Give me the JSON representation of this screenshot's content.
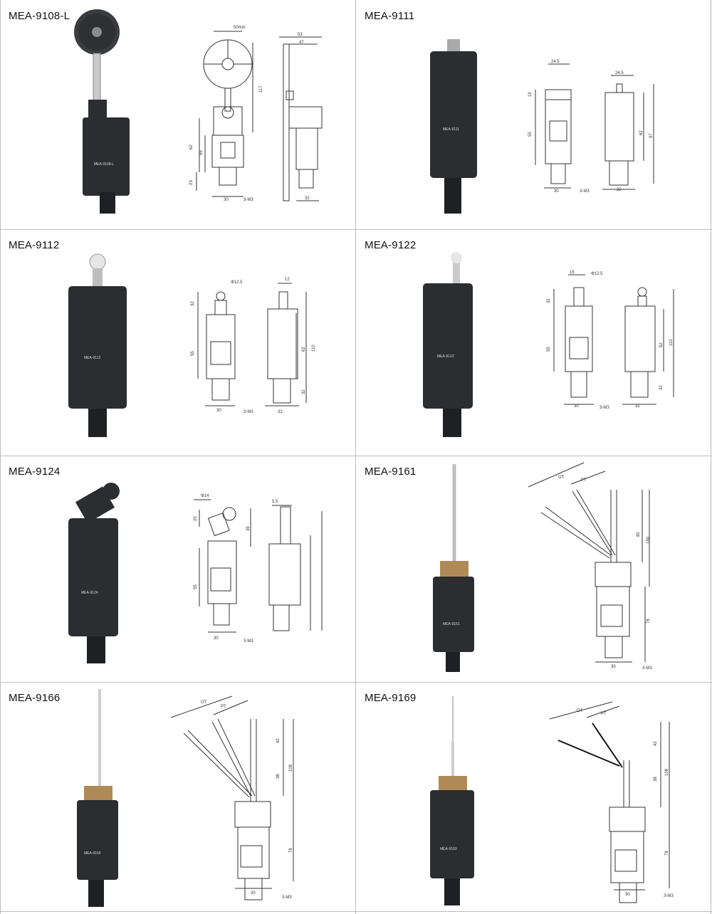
{
  "products": [
    {
      "model": "MEA-9108-L",
      "body_label": "MEA-9108-L",
      "dims": {
        "top": "50mm",
        "d1": "53",
        "d2": "47",
        "h1": "117",
        "h2": "62",
        "h3": "55",
        "h4": "23",
        "w1": "30",
        "w2": "32",
        "screw": "3-M3"
      }
    },
    {
      "model": "MEA-9111",
      "body_label": "MEA-9111",
      "dims": {
        "top": "24.5",
        "side_top": "24.5",
        "h1": "19",
        "h2": "55",
        "h3": "62",
        "h4": "97",
        "w1": "30",
        "w2": "32",
        "screw": "3-M3"
      }
    },
    {
      "model": "MEA-9112",
      "body_label": "MEA-9112",
      "dims": {
        "top": "Φ12.5",
        "side_top": "12",
        "h1": "32",
        "h2": "55",
        "h3": "62",
        "h4": "110",
        "h5": "32",
        "w1": "30",
        "w2": "32",
        "screw": "3-M3"
      }
    },
    {
      "model": "MEA-9122",
      "body_label": "MEA-9122",
      "dims": {
        "top": "Φ12.5",
        "side_top": "15",
        "h1": "32",
        "h2": "55",
        "h3": "62",
        "h4": "110",
        "h5": "32",
        "w1": "30",
        "w2": "32",
        "screw": "3-M3"
      }
    },
    {
      "model": "MEA-9124",
      "body_label": "MEA-9124",
      "dims": {
        "top": "Φ14",
        "side_top": "5.5",
        "h1": "20",
        "h2": "39",
        "h3": "55",
        "w1": "30",
        "screw": "3-M3"
      }
    },
    {
      "model": "MEA-9161",
      "body_label": "MEA-9161",
      "dims": {
        "ot": "OT",
        "pt": "PT",
        "h1": "80",
        "h2": "180",
        "h3": "78",
        "w1": "30",
        "screw": "3-M3"
      }
    },
    {
      "model": "MEA-9166",
      "body_label": "MEA-9166",
      "dims": {
        "ot": "OT",
        "pt": "PT",
        "h1": "42",
        "h2": "38",
        "h3": "108",
        "h4": "78",
        "w1": "30",
        "screw": "3-M3"
      }
    },
    {
      "model": "MEA-9169",
      "body_label": "MEA-9169",
      "dims": {
        "ot": "OT",
        "pt": "PT",
        "h1": "42",
        "h2": "38",
        "h3": "108",
        "h4": "78",
        "w1": "30",
        "screw": "3-M3"
      }
    }
  ],
  "colors": {
    "body": "#2b2d31",
    "line": "#3a3a3a",
    "grid": "#bdbdbd"
  }
}
